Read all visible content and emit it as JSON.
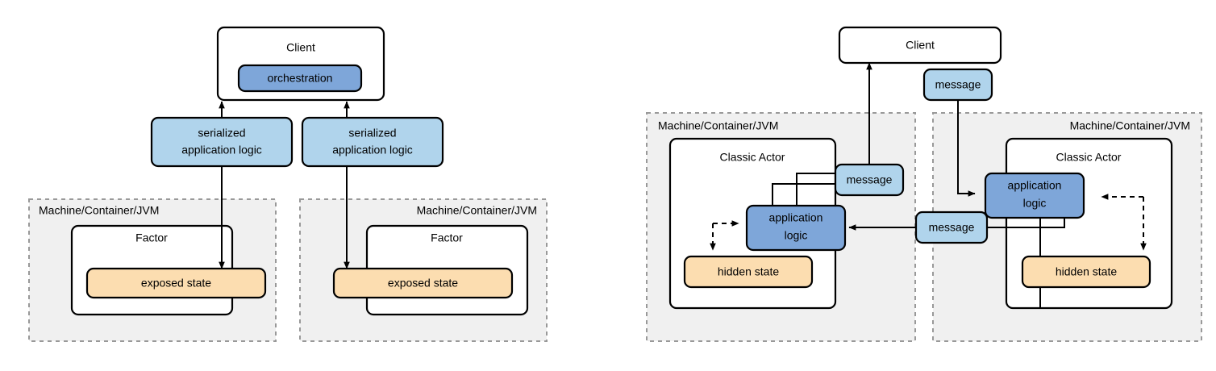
{
  "diagram": {
    "title": "Factor vs Classic Actor architecture comparison",
    "colors": {
      "blue_dark": "#7EA6D9",
      "blue_light": "#B0D4EC",
      "orange": "#FCDDB0",
      "group_fill": "#F0F0F0",
      "group_stroke": "#999999",
      "node_stroke": "#000000",
      "canvas": "#FFFFFF"
    },
    "left_panel": {
      "name": "factor-architecture",
      "client": {
        "label": "Client"
      },
      "orchestration": {
        "label": "orchestration"
      },
      "serialized_logic_left": {
        "label_line1": "serialized",
        "label_line2": "application logic"
      },
      "serialized_logic_right": {
        "label_line1": "serialized",
        "label_line2": "application logic"
      },
      "group_left": {
        "label": "Machine/Container/JVM"
      },
      "group_right": {
        "label": "Machine/Container/JVM"
      },
      "factor_left": {
        "label": "Factor"
      },
      "factor_right": {
        "label": "Factor"
      },
      "exposed_state_left": {
        "label": "exposed state"
      },
      "exposed_state_right": {
        "label": "exposed state"
      }
    },
    "right_panel": {
      "name": "classic-actor-architecture",
      "client": {
        "label": "Client"
      },
      "message_to_client": {
        "label": "message"
      },
      "message_from_left_actor": {
        "label": "message"
      },
      "message_between_actors": {
        "label": "message"
      },
      "group_left": {
        "label": "Machine/Container/JVM"
      },
      "group_right": {
        "label": "Machine/Container/JVM"
      },
      "actor_left": {
        "label": "Classic Actor"
      },
      "actor_right": {
        "label": "Classic Actor"
      },
      "application_logic_left": {
        "label_line1": "application",
        "label_line2": "logic"
      },
      "application_logic_right": {
        "label_line1": "application",
        "label_line2": "logic"
      },
      "hidden_state_left": {
        "label": "hidden state"
      },
      "hidden_state_right": {
        "label": "hidden state"
      }
    }
  }
}
